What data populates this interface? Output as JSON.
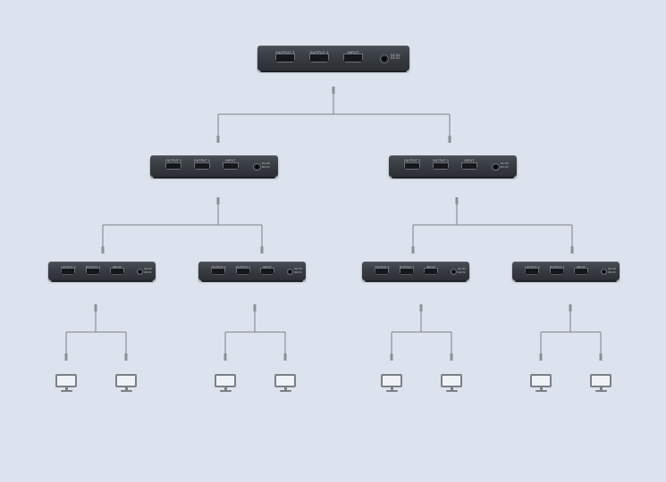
{
  "splitter": {
    "port_labels": [
      "OUTPUT 2",
      "OUTPUT 1",
      "INPUT"
    ],
    "power_label_line1": "DC 5V",
    "power_label_line2": "DC IN"
  },
  "colors": {
    "background": "#dce3ee",
    "device_body": "#3a3e45",
    "cable": "#7b7f86"
  },
  "icons": {
    "display": "monitor-icon",
    "power": "dc-jack-icon"
  },
  "tree": {
    "levels": 3,
    "outputs_per_splitter": 2,
    "displays": 8
  }
}
